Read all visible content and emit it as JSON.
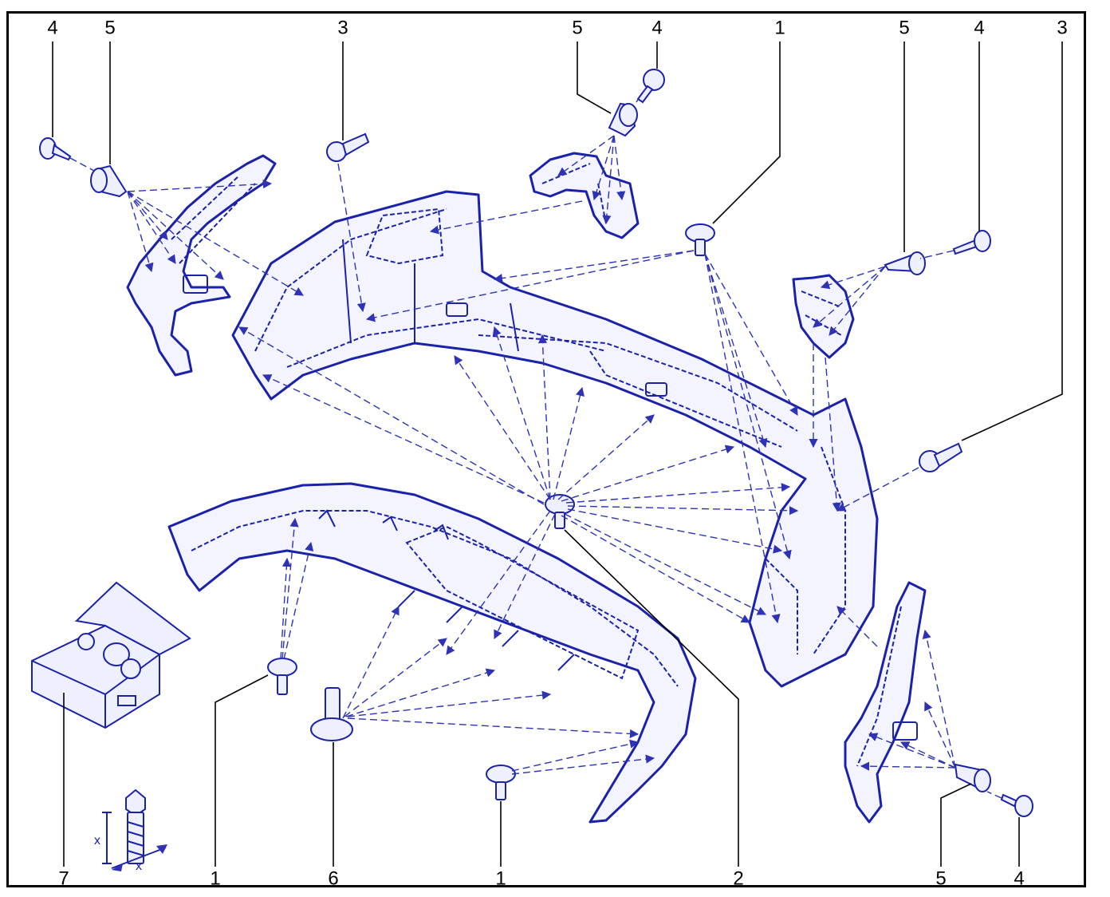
{
  "callouts": {
    "top": [
      "4",
      "5",
      "3",
      "5",
      "4",
      "1",
      "5",
      "4",
      "3"
    ],
    "bottom": [
      "7",
      "1",
      "6",
      "1",
      "2",
      "5",
      "4"
    ]
  },
  "dimension": {
    "label_vertical": "x",
    "label_horizontal": "x"
  },
  "colors": {
    "line": "#1a22aa",
    "frame": "#000000",
    "fill": "#f3f4ff"
  }
}
